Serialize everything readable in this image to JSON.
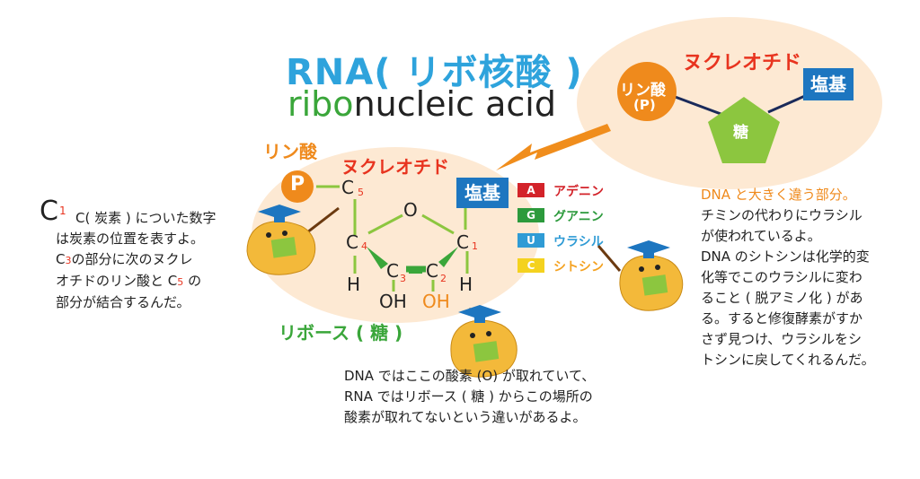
{
  "title": {
    "main": "RNA( リボ核酸 )",
    "sub_prefix": "ribo",
    "sub_rest": "nucleic acid"
  },
  "nucleotide_diagram": {
    "phosphate_label": "リン酸",
    "phosphate_symbol": "P",
    "nucleotide_label": "ヌクレオチド",
    "base_label": "塩基",
    "sugar_label": "糖",
    "phosphate_short": "(P)"
  },
  "structure": {
    "phosphate_label": "リン酸",
    "phosphate_symbol": "P",
    "nucleotide_label": "ヌクレオチド",
    "base_label": "塩基",
    "ribose_label": "リボース ( 糖 )",
    "atoms": {
      "C": "C",
      "O": "O",
      "H": "H",
      "OH": "OH"
    },
    "numbers": {
      "c1": "1",
      "c2": "2",
      "c3": "3",
      "c4": "4",
      "c5": "5"
    }
  },
  "bases": [
    {
      "letter": "A",
      "name": "アデニン",
      "color": "#d3232a"
    },
    {
      "letter": "G",
      "name": "グアニン",
      "color": "#2c9a3c"
    },
    {
      "letter": "U",
      "name": "ウラシル",
      "color": "#2f9bd5"
    },
    {
      "letter": "C",
      "name": "シトシン",
      "color": "#f4d21f"
    }
  ],
  "notes": {
    "left_big_c": "C",
    "left_big_num": "1",
    "left_lines": [
      "C( 炭素 ) についた数字",
      "は炭素の位置を表すよ。",
      "の部分に次のヌクレ",
      "オチドのリン酸と",
      "部分が結合するんだ。"
    ],
    "left_c3": "C",
    "left_c3_num": "3",
    "left_c5": "C",
    "left_c5_num": "5",
    "left_c5_tail": "の",
    "bottom_lines": [
      "DNA ではここの酸素 (O) が取れていて、",
      "RNA ではリボース ( 糖 ) からこの場所の",
      "酸素が取れてないという違いがあるよ。"
    ],
    "right_heading": "DNA と大きく違う部分。",
    "right_lines": [
      "チミンの代わりにウラシル",
      "が使われているよ。",
      "DNA のシトシンは化学的変",
      "化等でこのウラシルに変わ",
      "ること ( 脱アミノ化 ) があ",
      "る。すると修復酵素がすか",
      "さず見つけ、ウラシルをシ",
      "トシンに戻してくれるんだ。"
    ]
  },
  "colors": {
    "accent_blue": "#2ea3dc",
    "orange": "#ef8a1c",
    "red": "#e8341f",
    "green": "#3aa63a",
    "pale_peach": "#fde9d3",
    "mascot": "#f3b93a"
  }
}
